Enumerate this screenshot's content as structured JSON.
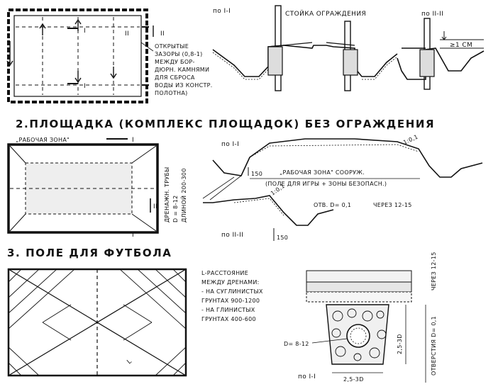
{
  "section1": {
    "section_mark_1": "по I-I",
    "post_label": "СТОЙКА ОГРАЖДЕНИЯ",
    "section_mark_2": "по II-II",
    "gap_label": "≥1 СМ",
    "notes": [
      "ОТКРЫТЫЕ",
      "ЗАЗОРЫ (0,8-1)",
      "МЕЖДУ БОР-",
      "ДЮРН. КАМНЯМИ",
      "ДЛЯ СБРОСА",
      "ВОДЫ ИЗ КОНСТР.",
      "ПОЛОТНА)"
    ],
    "cut_I": "I",
    "cut_II": "II"
  },
  "section2": {
    "heading": "2.ПЛОЩАДКА (КОМПЛЕКС ПЛОЩАДОК) БЕЗ ОГРАЖДЕНИЯ",
    "work_zone": "„РАБОЧАЯ ЗОНА\"",
    "drain_note": [
      "ДРЕНАЖН. ТРУБЫ",
      "D = 8-12",
      "ДЛИНОЙ 200-300"
    ],
    "section_mark_1": "по I-I",
    "dim_150": "150",
    "work_zone_struct": "„РАБОЧАЯ ЗОНА\" СООРУЖ.",
    "field_note": "(ПОЛЕ ДЛЯ ИГРЫ + ЗОНЫ БЕЗОПАСН.)",
    "slope_1": "1:0,1",
    "slope_2": "1:0,1",
    "hole_note": "ОТВ. D= 0,1",
    "hole_step": "ЧЕРЕЗ 12-15",
    "section_mark_2": "по II-II",
    "dim_150b": "150",
    "cut_I": "I",
    "cut_II": "II"
  },
  "section3": {
    "heading": "3. ПОЛЕ ДЛЯ ФУТБОЛА",
    "legend": [
      "L-РАССТОЯНИЕ",
      "МЕЖДУ ДРЕНАМИ:",
      "- НА СУГЛИНИСТЫХ",
      "ГРУНТАХ 900-1200",
      "- НА ГЛИНИСТЫХ",
      "ГРУНТАХ 400-600"
    ],
    "l_mark": "L",
    "pipe_d": "D= 8-12",
    "dim_depth": "2,5-3D",
    "dim_width": "2,5-3D",
    "hole_vert": "ОТВЕРСТИЯ D= 0,1",
    "step_vert": "ЧЕРЕЗ 12-15",
    "section_mark": "по I-I"
  }
}
